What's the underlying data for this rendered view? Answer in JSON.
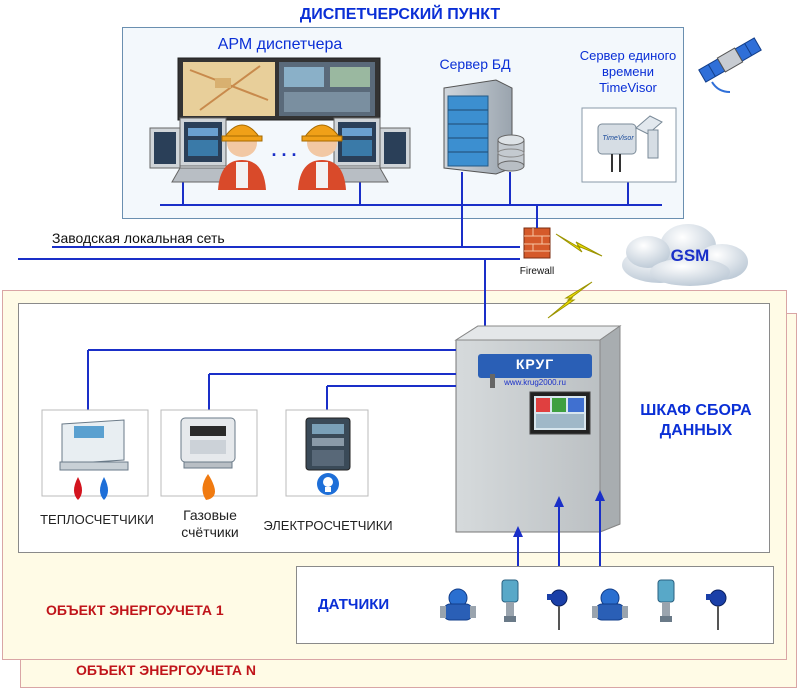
{
  "dispatch": {
    "title": "ДИСПЕТЧЕРСКИЙ ПУНКТ",
    "arm_label": "АРМ диспетчера",
    "ellipsis": ". . .",
    "db_server_label": "Сервер БД",
    "time_server_label_line1": "Сервер единого",
    "time_server_label_line2": "времени",
    "time_server_label_line3": "TimeVisor",
    "timevisor_brand": "TimeVisor"
  },
  "network": {
    "lan_label": "Заводская локальная сеть",
    "firewall_label": "Firewall",
    "gsm_label": "GSM"
  },
  "cabinet": {
    "label_line1": "ШКАФ СБОРА",
    "label_line2": "ДАННЫХ",
    "brand": "КРУГ",
    "url": "www.krug2000.ru"
  },
  "meters": {
    "heat_label": "ТЕПЛОСЧЕТЧИКИ",
    "gas_label_line1": "Газовые",
    "gas_label_line2": "счётчики",
    "electric_label": "ЭЛЕКТРОСЧЕТЧИКИ"
  },
  "sensors": {
    "label": "ДАТЧИКИ"
  },
  "objects": {
    "object1": "ОБЪЕКТ ЭНЕРГОУЧЕТА 1",
    "objectN": "ОБЪЕКТ ЭНЕРГОУЧЕТА N"
  },
  "colors": {
    "network_line": "#1a2fc8",
    "object_fill": "#fffbe6",
    "object_border": "#d9a5a5",
    "dispatch_fill": "#f3f8fc",
    "accent_red": "#c0141a",
    "accent_blue": "#0a2fd6"
  }
}
